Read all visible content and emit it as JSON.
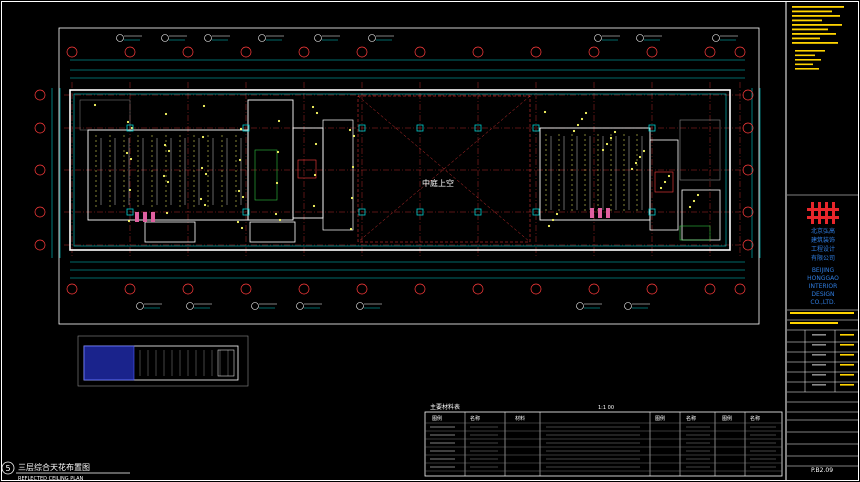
{
  "colors": {
    "background": "#000000",
    "frame": "#ffffff",
    "wall": "#ffffff",
    "axis": "#ff3b3b",
    "dim": "#00d0d0",
    "fixture": "#ffff66",
    "grid": "#8a8a8a",
    "green": "#30c040",
    "titleblock_yellow": "#ffd400",
    "logo_red": "#e8262b",
    "logo_blue": "#2f7de1",
    "minimap_highlight": "#3040ff"
  },
  "plan": {
    "central_void_label": "中庭上空"
  },
  "drawing": {
    "title": "三层综合天花布置图",
    "subtitle": "REFLECTED CEILING PLAN",
    "number": "5"
  },
  "materials_table": {
    "title": "主要材料表",
    "scale": "1:1 00",
    "columns": [
      "图例",
      "名称",
      "材料",
      "图例",
      "名称",
      "图例",
      "名称"
    ]
  },
  "title_block": {
    "logo_lines_cn": [
      "北京弘高",
      "建筑装饰",
      "工程设计",
      "有限公司"
    ],
    "logo_lines_en": [
      "BEIJING",
      "HONGGAO",
      "INTERIOR",
      "DESIGN",
      "CO.,LTD."
    ],
    "drawing_no": "P.B2.09"
  },
  "icons": {
    "axis_bubble": "circle-icon",
    "section_marker": "section-marker-icon",
    "logo": "hongggao-logo-icon"
  }
}
